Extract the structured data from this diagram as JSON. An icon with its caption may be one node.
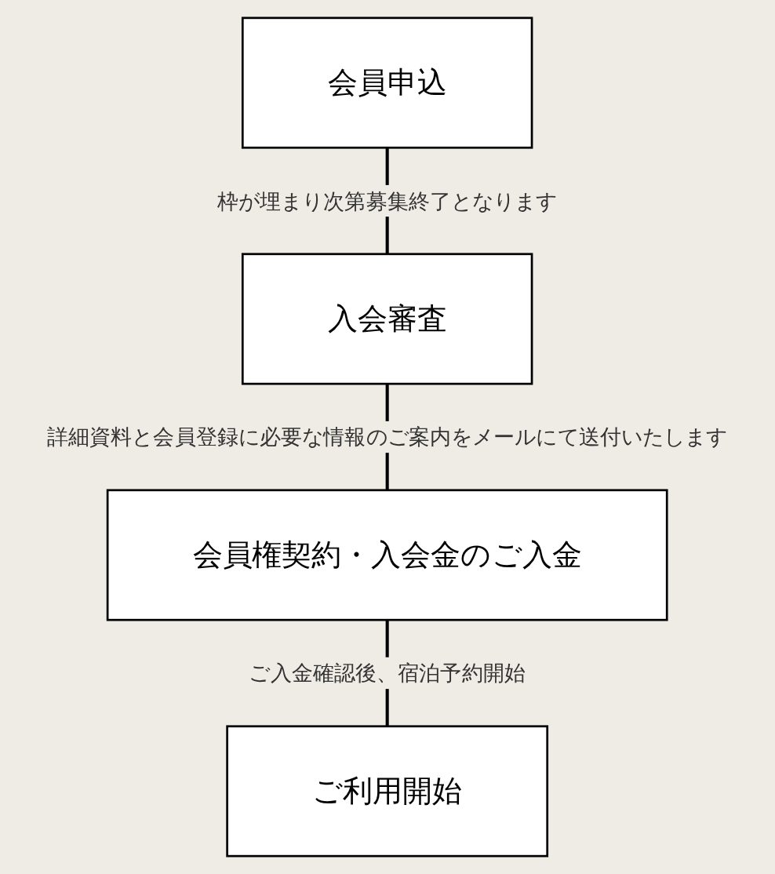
{
  "diagram": {
    "nodes": [
      {
        "text": [
          "会員申込"
        ]
      },
      {
        "text": [
          "入会審査"
        ]
      },
      {
        "text": [
          "会員権契約・入会金のご入金"
        ]
      },
      {
        "text": [
          "ご利用開始"
        ]
      }
    ],
    "edges": [
      {
        "from": 0,
        "to": 1,
        "arrow": "none",
        "label": "枠が埋まり次第募集終了となります"
      },
      {
        "from": 1,
        "to": 2,
        "arrow": "none",
        "label": "詳細資料と会員登録に必要な情報のご案内をメールにて送付いたします"
      },
      {
        "from": 2,
        "to": 3,
        "arrow": "none",
        "label": "ご入金確認後、宿泊予約開始"
      }
    ]
  }
}
